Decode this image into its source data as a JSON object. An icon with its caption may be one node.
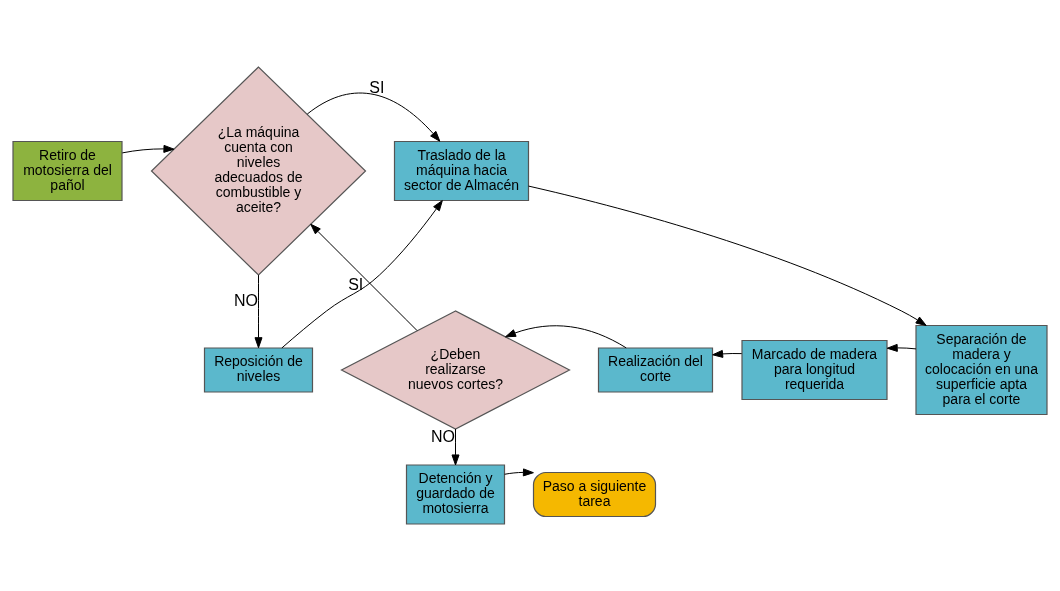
{
  "diagram": {
    "nodes": [
      {
        "text": [
          "Retiro de motosierra del pañol"
        ]
      },
      {
        "text": [
          "¿La máquina cuenta con niveles adecuados de combustible y aceite?"
        ]
      },
      {
        "text": [
          "Reposición de niveles"
        ]
      },
      {
        "text": [
          "Traslado de la máquina hacia sector de Almacén"
        ]
      },
      {
        "text": [
          "Separación de madera y colocación en una superficie apta para el corte"
        ]
      },
      {
        "text": [
          "Marcado de madera para longitud requerida"
        ]
      },
      {
        "text": [
          "Realización del corte"
        ]
      },
      {
        "text": [
          "¿Deben realizarse nuevos cortes?"
        ]
      },
      {
        "text": [
          "Detención y guardado de motosierra"
        ]
      },
      {
        "text": [
          "Paso a siguiente tarea"
        ]
      }
    ],
    "edges": [
      {
        "from": 0,
        "to": 1,
        "arrow": "to"
      },
      {
        "from": 1,
        "to": 2,
        "arrow": "to",
        "label": "NO"
      },
      {
        "from": 2,
        "to": 3,
        "arrow": "to"
      },
      {
        "from": 1,
        "to": 3,
        "arrow": "to",
        "label": "SI"
      },
      {
        "from": 3,
        "to": 4,
        "arrow": "to"
      },
      {
        "from": 4,
        "to": 5,
        "arrow": "to"
      },
      {
        "from": 5,
        "to": 6,
        "arrow": "to"
      },
      {
        "from": 6,
        "to": 7,
        "arrow": "to"
      },
      {
        "from": 7,
        "to": 1,
        "arrow": "to",
        "label": "SI"
      },
      {
        "from": 7,
        "to": 8,
        "arrow": "to",
        "label": "NO"
      },
      {
        "from": 8,
        "to": 9,
        "arrow": "to"
      }
    ]
  }
}
